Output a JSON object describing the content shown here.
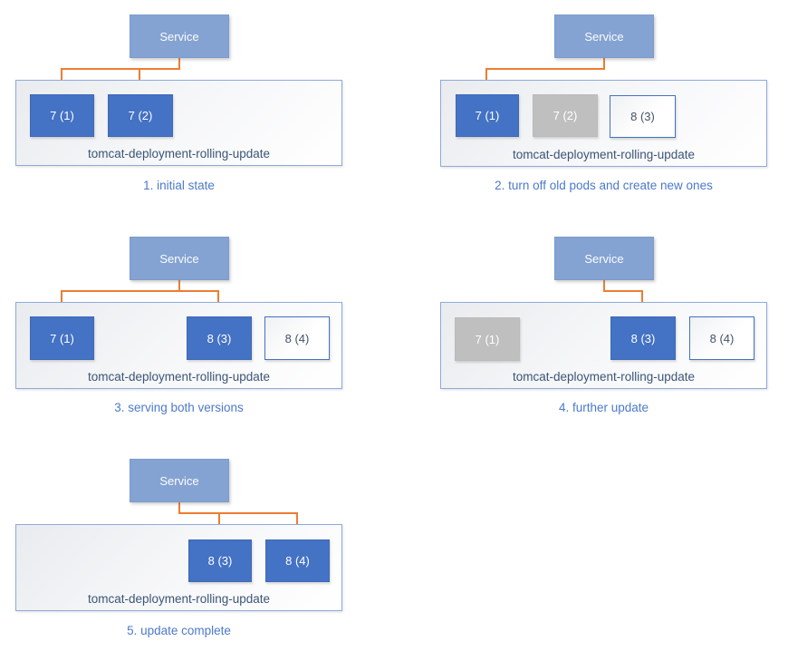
{
  "labels": {
    "service": "Service",
    "deployment": "tomcat-deployment-rolling-update"
  },
  "colors": {
    "service_fill": "#84A3D2",
    "service_border": "#7C9BCB",
    "pod_active_fill": "#4472C4",
    "pod_active_border": "#3E69B6",
    "pod_inactive_fill": "#BFBFBF",
    "pod_pending_border": "#4472C4",
    "pod_pending_text": "#44546A",
    "pod_text": "#FFFFFF",
    "arrow": "#ED7D31",
    "container_border": "#8FAADC",
    "deployment_label_text": "#3B5577",
    "caption_text": "#4C79CC"
  },
  "panels": [
    {
      "caption": "1. initial state",
      "pods": [
        {
          "label": "7 (1)",
          "state": "active"
        },
        {
          "label": "7 (2)",
          "state": "active"
        }
      ]
    },
    {
      "caption": "2. turn off old pods and create new ones",
      "pods": [
        {
          "label": "7 (1)",
          "state": "active"
        },
        {
          "label": "7 (2)",
          "state": "terminated"
        },
        {
          "label": "8 (3)",
          "state": "pending"
        }
      ]
    },
    {
      "caption": "3. serving both versions",
      "pods": [
        {
          "label": "7 (1)",
          "state": "active"
        },
        {
          "label": "8 (3)",
          "state": "active"
        },
        {
          "label": "8 (4)",
          "state": "pending"
        }
      ]
    },
    {
      "caption": "4. further update",
      "pods": [
        {
          "label": "7 (1)",
          "state": "terminated"
        },
        {
          "label": "8 (3)",
          "state": "active"
        },
        {
          "label": "8 (4)",
          "state": "pending"
        }
      ]
    },
    {
      "caption": "5. update complete",
      "pods": [
        {
          "label": "8 (3)",
          "state": "active"
        },
        {
          "label": "8 (4)",
          "state": "active"
        }
      ]
    }
  ]
}
